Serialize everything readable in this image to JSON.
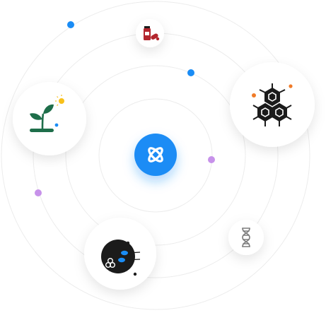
{
  "colors": {
    "hub": "#1a8cf5",
    "blue_dot": "#1a8cf5",
    "purple_dot": "#c792ea",
    "orange_dot": "#f07b28",
    "yellow_sun": "#f8c01a",
    "green_plant": "#1e6e4a",
    "red_medicine": "#b3262e",
    "dark_icon": "#1b1b1b",
    "dna_gray": "#7d7d7d",
    "ring": "#ececec"
  },
  "center": {
    "icon": "atom-logo-icon"
  },
  "nodes": [
    {
      "id": "medicine",
      "icon": "medicine-bottle-pills-icon"
    },
    {
      "id": "molecule",
      "icon": "hexagon-molecule-icon"
    },
    {
      "id": "plant",
      "icon": "plant-sprout-sun-icon"
    },
    {
      "id": "cell",
      "icon": "cell-microscopy-icon"
    },
    {
      "id": "dna",
      "icon": "dna-helix-icon"
    }
  ],
  "decor": {
    "dots": [
      {
        "color": "blue_dot"
      },
      {
        "color": "blue_dot"
      },
      {
        "color": "purple_dot"
      },
      {
        "color": "purple_dot"
      }
    ]
  }
}
